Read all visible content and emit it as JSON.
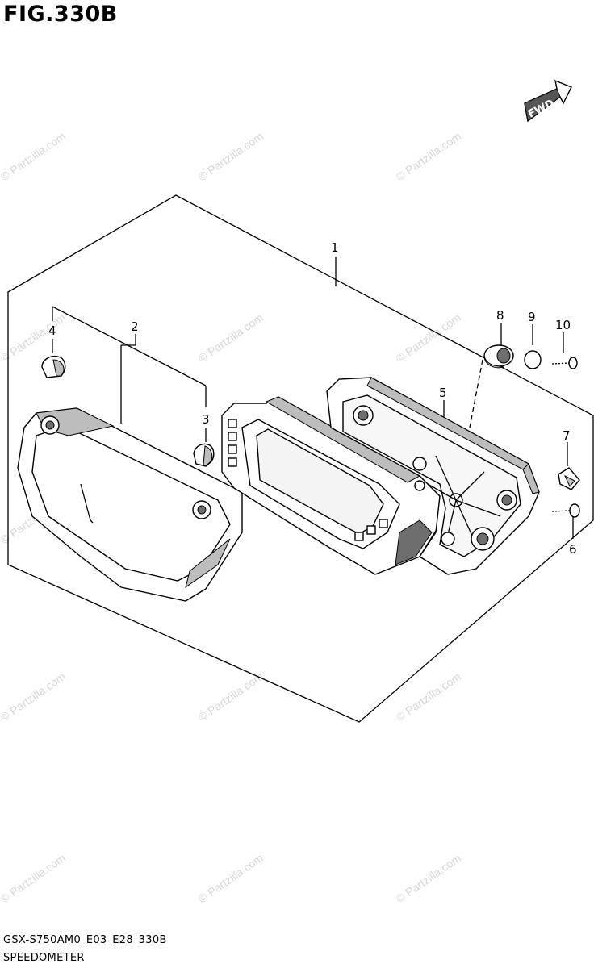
{
  "figure": {
    "title": "FIG.330B",
    "diagram_code": "GSX-S750AM0_E03_E28_330B",
    "diagram_name": "SPEEDOMETER",
    "forward_label": "FWD"
  },
  "watermark": {
    "text": "© Partzilla.com"
  },
  "callouts": [
    "1",
    "2",
    "3",
    "4",
    "5",
    "6",
    "7",
    "8",
    "9",
    "10"
  ],
  "colors": {
    "line": "#000000",
    "watermark": "#d6d6d6",
    "shade": "#bdbdbd"
  }
}
